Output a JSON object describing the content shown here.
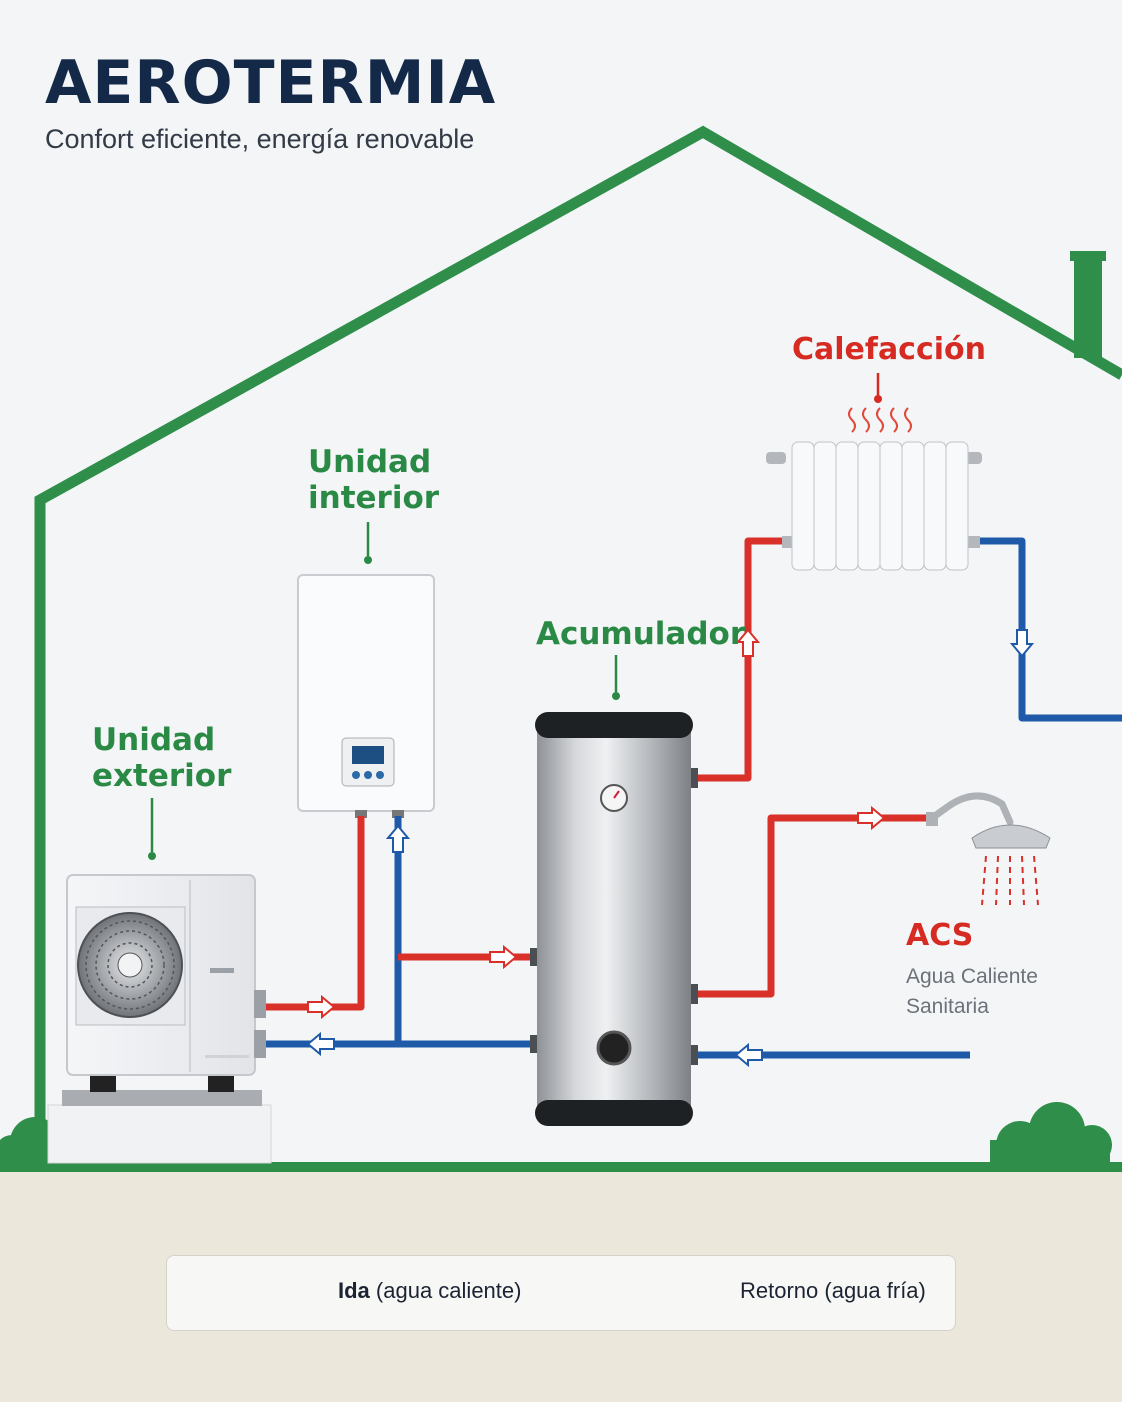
{
  "header": {
    "title": "AEROTERMIA",
    "subtitle": "Confort eficiente, energía renovable"
  },
  "components": {
    "outdoor_unit": {
      "label_line1": "Unidad",
      "label_line2": "exterior"
    },
    "indoor_unit": {
      "label_line1": "Unidad",
      "label_line2": "interior"
    },
    "tank": {
      "label": "Acumulador"
    },
    "heating": {
      "label": "Calefacción"
    },
    "acs": {
      "label": "ACS",
      "desc_line1": "Agua Caliente",
      "desc_line2": "Sanitaria"
    }
  },
  "legend": {
    "supply": {
      "bold": "Ida",
      "text": "(agua caliente)"
    },
    "return": {
      "text": "Retorno (agua fría)"
    }
  },
  "colors": {
    "house_outline": "#2f8f4a",
    "hot_pipe": "#d9302a",
    "cold_pipe": "#1e5aa8",
    "title": "#142848",
    "ground": "#ece7db"
  },
  "icons": [
    "fan-icon",
    "radiator-icon",
    "shower-icon",
    "thermometer-gauge-icon",
    "heat-waves-icon",
    "bush-icon",
    "arrow-icon"
  ]
}
